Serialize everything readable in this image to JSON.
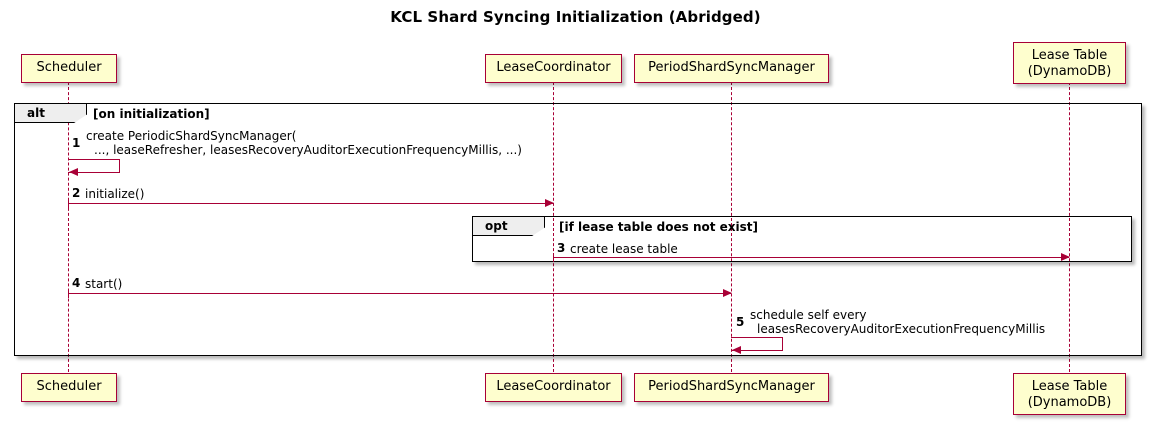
{
  "title": "KCL Shard Syncing Initialization (Abridged)",
  "colors": {
    "participant_fill": "#FEFECE",
    "participant_border": "#A80036",
    "arrow": "#A80036",
    "fragment_label_fill": "#EEEEEE",
    "fragment_border": "#000000",
    "text": "#000000",
    "background": "#FFFFFF"
  },
  "participants": [
    {
      "id": "scheduler",
      "label": "Scheduler"
    },
    {
      "id": "lease-coordinator",
      "label": "LeaseCoordinator"
    },
    {
      "id": "period-shard-sync-manager",
      "label": "PeriodShardSyncManager"
    },
    {
      "id": "lease-table",
      "label": "Lease Table\n(DynamoDB)"
    }
  ],
  "fragments": [
    {
      "id": "alt",
      "type": "alt",
      "guard": "[on initialization]"
    },
    {
      "id": "opt",
      "type": "opt",
      "guard": "[if lease table does not exist]"
    }
  ],
  "messages": [
    {
      "num": "1",
      "from": "scheduler",
      "to": "scheduler",
      "self": true,
      "line1": "create PeriodicShardSyncManager(",
      "line2": "..., leaseRefresher, leasesRecoveryAuditorExecutionFrequencyMillis, ...)"
    },
    {
      "num": "2",
      "from": "scheduler",
      "to": "lease-coordinator",
      "self": false,
      "line1": "initialize()",
      "line2": ""
    },
    {
      "num": "3",
      "from": "lease-coordinator",
      "to": "lease-table",
      "self": false,
      "line1": "create lease table",
      "line2": ""
    },
    {
      "num": "4",
      "from": "scheduler",
      "to": "period-shard-sync-manager",
      "self": false,
      "line1": "start()",
      "line2": ""
    },
    {
      "num": "5",
      "from": "period-shard-sync-manager",
      "to": "period-shard-sync-manager",
      "self": true,
      "line1": "schedule self every",
      "line2": "leasesRecoveryAuditorExecutionFrequencyMillis"
    }
  ]
}
